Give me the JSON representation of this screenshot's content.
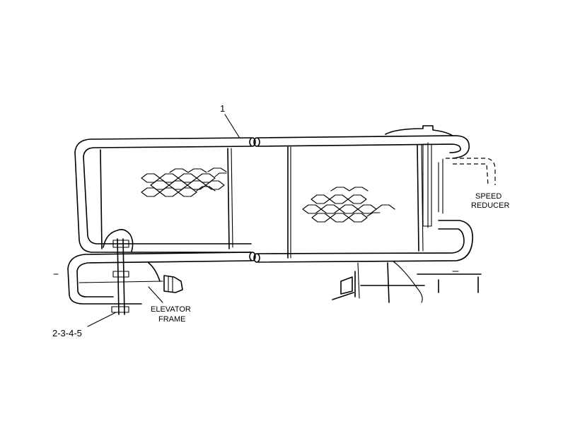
{
  "labels": {
    "part_number_guard": "1",
    "part_numbers_fasteners": "2-3-4-5",
    "speed_reducer_line1": "SPEED",
    "speed_reducer_line2": "REDUCER",
    "elevator_frame_line1": "ELEVATOR",
    "elevator_frame_line2": "FRAME"
  },
  "colors": {
    "ink": "#000000",
    "paper": "#ffffff"
  }
}
